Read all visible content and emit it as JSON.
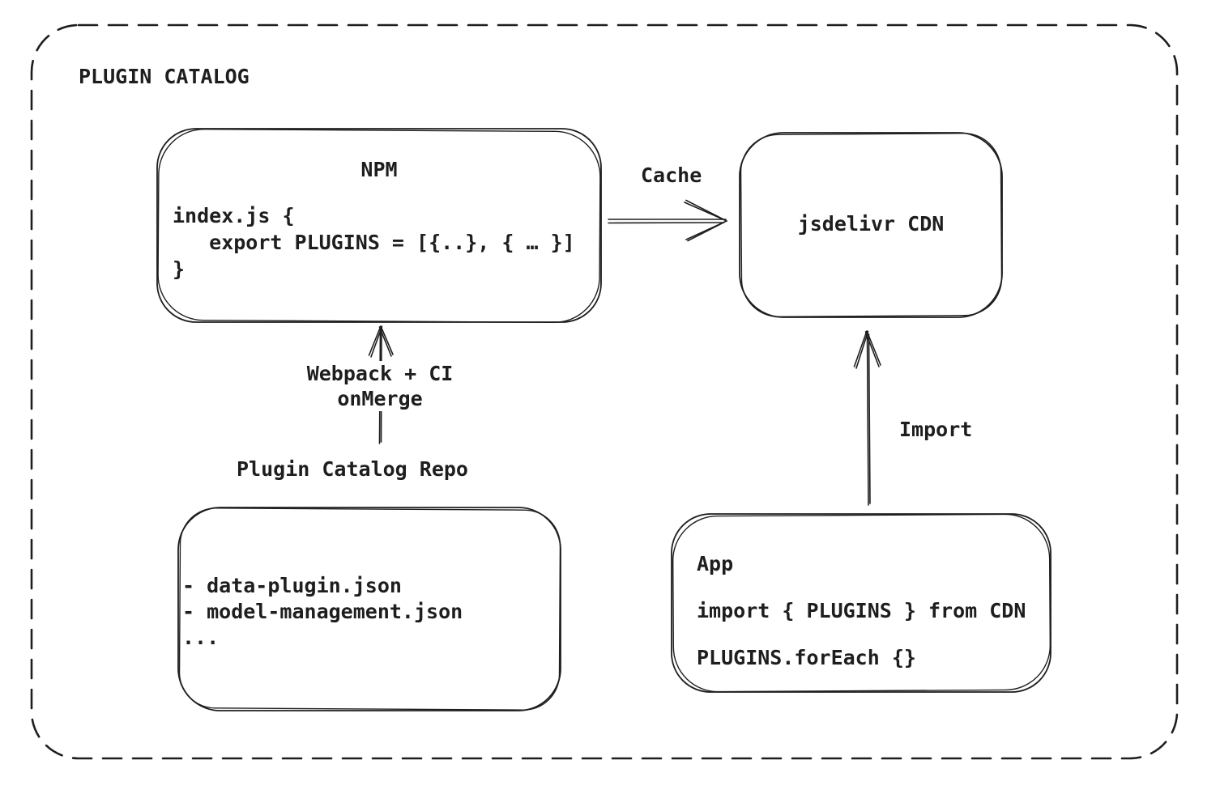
{
  "diagram": {
    "title": "PLUGIN CATALOG",
    "colors": {
      "stroke": "#1e1e1e",
      "background": "#ffffff"
    },
    "nodes": {
      "npm": {
        "title": "NPM",
        "code": "index.js {\n   export PLUGINS = [{..}, { … }]\n}"
      },
      "cdn": {
        "label": "jsdelivr CDN"
      },
      "repo": {
        "label": "Plugin Catalog Repo",
        "files": "- data-plugin.json\n- model-management.json\n..."
      },
      "app": {
        "code": "App\n\nimport { PLUGINS } from CDN\n\nPLUGINS.forEach {}"
      }
    },
    "edges": {
      "cache": {
        "label": "Cache",
        "from": "npm",
        "to": "cdn"
      },
      "build": {
        "label": "Webpack + CI\nonMerge",
        "from": "repo",
        "to": "npm"
      },
      "import": {
        "label": "Import",
        "from": "app",
        "to": "cdn"
      }
    }
  }
}
